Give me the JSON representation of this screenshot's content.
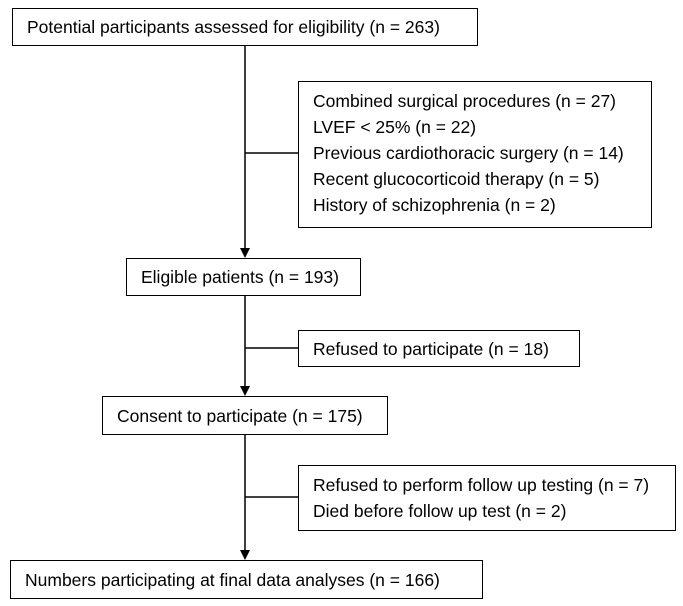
{
  "boxes": {
    "assessed": "Potential participants assessed for eligibility (n = 263)",
    "exclusions": [
      "Combined surgical procedures (n = 27)",
      "LVEF < 25% (n = 22)",
      "Previous cardiothoracic surgery (n = 14)",
      "Recent glucocorticoid therapy (n = 5)",
      "History of schizophrenia (n = 2)"
    ],
    "eligible": "Eligible patients (n = 193)",
    "refused_participate": "Refused to participate (n = 18)",
    "consent": "Consent to participate (n = 175)",
    "followup_losses": [
      "Refused to perform follow up testing (n = 7)",
      "Died before follow up test (n = 2)"
    ],
    "final": "Numbers participating at final data analyses (n = 166)"
  }
}
